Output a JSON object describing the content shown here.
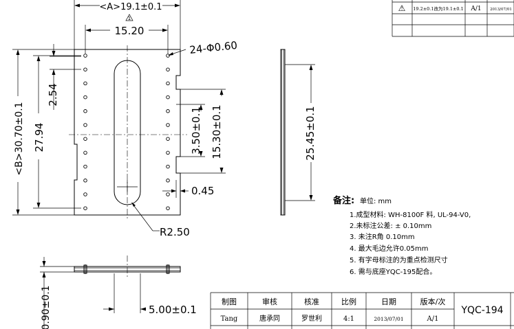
{
  "dimensions": {
    "a_width": "<A>19.1±0.1",
    "pitch_span": "15.20",
    "pin_holes": "24-Φ0.60",
    "b_height": "<B>30.70±0.1",
    "row_span": "27.94",
    "pitch": "2.54",
    "slot_gap": "3.50±0.1",
    "slot_span": "15.30±0.1",
    "slot_width": "0.45",
    "slot_radius": "R2.50",
    "side_height": "25.45±0.1",
    "bottom_length": "5.00±0.1",
    "thickness": "0.90±0.1"
  },
  "notes": {
    "title": "备注:",
    "unit": "单位: mm",
    "items": [
      "1.成型材料: WH-8100F 料, UL-94-V0,",
      "2.未标注公差:  ± 0.10mm",
      "3. 未注R角 0.10mm",
      "4. 最大毛边允许0.05mm",
      "5. 有字母标注的为重点检测尺寸",
      "6. 需与底座YQC-195配合。"
    ]
  },
  "revision": {
    "symbol": "⚠",
    "change": "19.2±0.1改为19.1±0.1",
    "version": "A/1",
    "date": "2013/07/01"
  },
  "title_block": {
    "headers": [
      "制图",
      "审核",
      "核准",
      "比例",
      "日期",
      "版本/次"
    ],
    "values": [
      "Tang",
      "唐承同",
      "罗世利",
      "4:1",
      "2013/07/01",
      "A/1"
    ],
    "part_number": "YQC-194"
  }
}
